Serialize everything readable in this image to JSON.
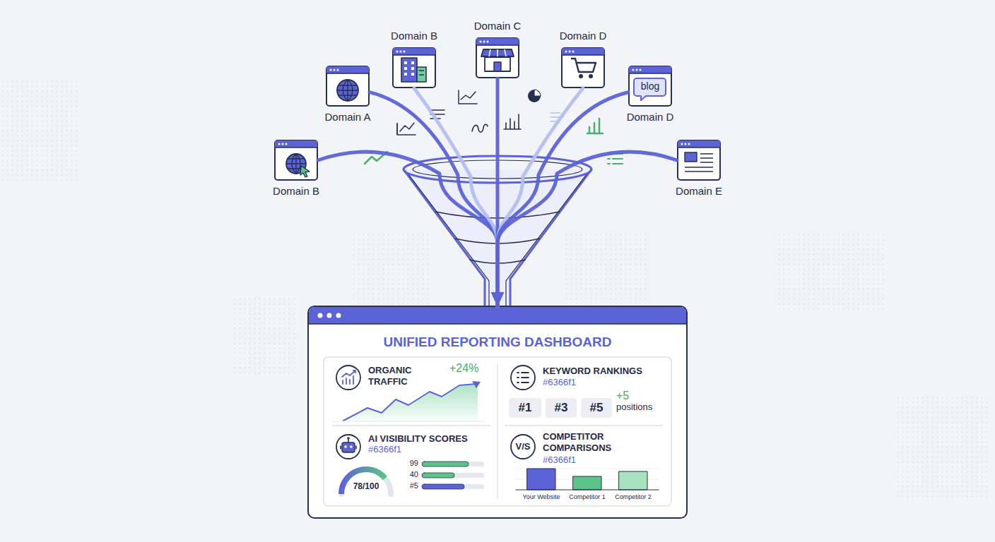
{
  "diagram": {
    "nodes": [
      {
        "text": [
          "Domain B"
        ]
      },
      {
        "text": [
          "Domain A"
        ]
      },
      {
        "text": [
          "Domain B"
        ]
      },
      {
        "text": [
          "Domain C"
        ]
      },
      {
        "text": [
          "Domain D"
        ]
      },
      {
        "text": [
          "blog",
          "Domain D"
        ]
      },
      {
        "text": [
          "Domain E"
        ]
      },
      {
        "text": [
          "UNIFIED REPORTING DASHBOARD"
        ]
      },
      {
        "text": [
          "ORGANIC TRAFFIC",
          "+24%"
        ],
        "in": 7
      },
      {
        "text": [
          "KEYWORD RANKINGS",
          "#6366f1",
          "+5",
          "positions"
        ],
        "in": 7
      },
      {
        "text": [
          "#1"
        ],
        "in": 9
      },
      {
        "text": [
          "#3"
        ],
        "in": 9
      },
      {
        "text": [
          "#5"
        ],
        "in": 9
      },
      {
        "text": [
          "AI VISIBILITY SCORES",
          "#6366f1",
          "78/100",
          "99",
          "40",
          "#5"
        ],
        "in": 7
      },
      {
        "text": [
          "V/S",
          "COMPETITOR COMPARISONS",
          "#6366f1",
          "Your Website",
          "Competitor 1",
          "Competitor 2"
        ],
        "in": 7
      }
    ],
    "edges": [
      {
        "from": 0,
        "to": 7,
        "arrow": "to"
      },
      {
        "from": 1,
        "to": 7,
        "arrow": "to"
      },
      {
        "from": 2,
        "to": 7,
        "arrow": "to"
      },
      {
        "from": 3,
        "to": 7,
        "arrow": "to"
      },
      {
        "from": 4,
        "to": 7,
        "arrow": "to"
      },
      {
        "from": 5,
        "to": 7,
        "arrow": "to"
      },
      {
        "from": 6,
        "to": 7,
        "arrow": "to"
      }
    ]
  }
}
